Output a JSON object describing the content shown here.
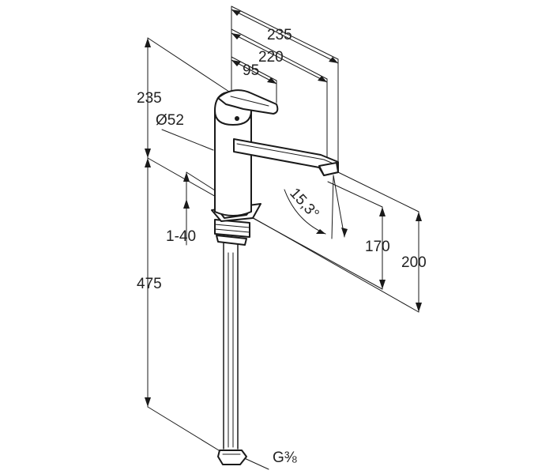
{
  "dimensions": {
    "top_width_total": "235",
    "spout_reach": "220",
    "handle_offset": "95",
    "overall_height": "235",
    "body_diameter": "Ø52",
    "deck_thickness": "1-40",
    "hose_length": "475",
    "swivel_angle": "15,3°",
    "spout_height": "170",
    "spout_tip_height": "200",
    "connection_thread": "G⅜"
  }
}
